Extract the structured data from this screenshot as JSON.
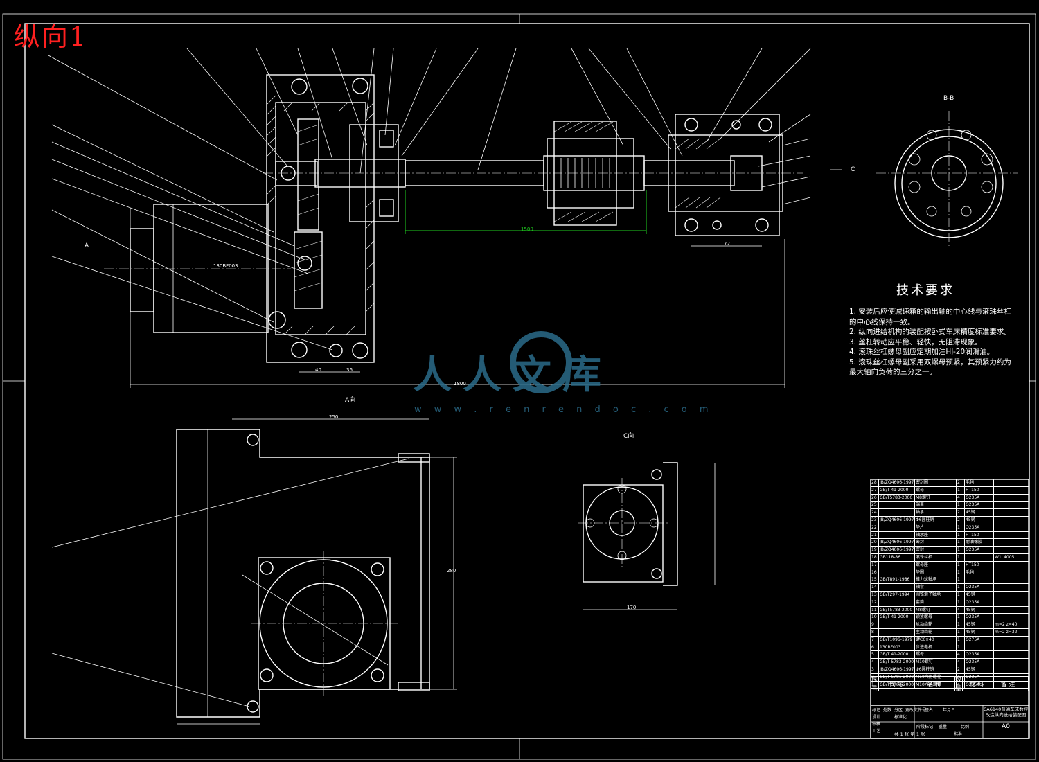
{
  "drawing": {
    "corner_title": "纵向1",
    "view_labels": {
      "view_a": "A向",
      "view_c": "C向",
      "section_bb": "B-B",
      "view_arrow_c": "C",
      "view_arrow_a": "A"
    },
    "dimensions": {
      "overall_length": "1800",
      "screw_travel": "1500",
      "motor_flange": "130BF003",
      "bearing_span": "72",
      "dim_40": "40",
      "dim_36": "36",
      "dim_250": "250",
      "dim_280": "280",
      "dim_170": "170"
    }
  },
  "technical_requirements": {
    "heading": "技术要求",
    "items": [
      "1. 安装后应使减速箱的输出轴的中心线与滚珠丝杠的中心线保持一致。",
      "2. 纵向进给机构的装配按卧式车床精度标准要求。",
      "3. 丝杠转动应平稳、轻快，无阻滞现象。",
      "4. 滚珠丝杠螺母副应定期加注HJ-20润滑油。",
      "5. 滚珠丝杠螺母副采用双螺母预紧，其预紧力约为最大轴向负荷的三分之一。"
    ]
  },
  "watermark": {
    "brand": "人人文库",
    "url": "w w w . r e n r e n d o c . c o m"
  },
  "bom": {
    "header": [
      "序号",
      "代 号",
      "名 称",
      "数量",
      "材 料",
      "备 注"
    ],
    "rows": [
      [
        "28",
        "JB/ZQ4606-1997",
        "密封圈",
        "2",
        "毛毡",
        ""
      ],
      [
        "27",
        "GB/T 41-2000",
        "螺母",
        "1",
        "HT150",
        ""
      ],
      [
        "26",
        "GB/T5783-2000",
        "M8螺钉",
        "4",
        "Q235A",
        ""
      ],
      [
        "25",
        "",
        "端盖",
        "1",
        "Q235A",
        ""
      ],
      [
        "24",
        "",
        "轴承",
        "2",
        "45钢",
        ""
      ],
      [
        "23",
        "JB/ZQ4606-1997",
        "Φ6圆柱销",
        "2",
        "45钢",
        ""
      ],
      [
        "22",
        "",
        "垫片",
        "1",
        "Q235A",
        ""
      ],
      [
        "21",
        "",
        "轴承座",
        "1",
        "HT150",
        ""
      ],
      [
        "20",
        "JB/ZQ4606-1997",
        "密封",
        "1",
        "耐油橡胶",
        ""
      ],
      [
        "19",
        "JB/ZQ4606-1997",
        "密封",
        "1",
        "Q235A",
        ""
      ],
      [
        "18",
        "GB118-86",
        "滚珠丝杠",
        "1",
        "",
        "W1L4005"
      ],
      [
        "17",
        "",
        "螺母座",
        "1",
        "HT150",
        ""
      ],
      [
        "16",
        "",
        "垫圈",
        "1",
        "毛毡",
        ""
      ],
      [
        "15",
        "GB/T891-1986",
        "推力球轴承",
        "1",
        "",
        ""
      ],
      [
        "14",
        "",
        "轴套",
        "1",
        "Q235A",
        ""
      ],
      [
        "13",
        "GB/T297-1994",
        "圆锥滚子轴承",
        "1",
        "45钢",
        ""
      ],
      [
        "12",
        "",
        "套筒",
        "1",
        "Q235A",
        ""
      ],
      [
        "11",
        "GB/T5783-2000",
        "M8螺钉",
        "4",
        "45钢",
        ""
      ],
      [
        "10",
        "GB/T 41-2000",
        "锁紧螺母",
        "1",
        "Q235A",
        ""
      ],
      [
        "9",
        "",
        "从动齿轮",
        "1",
        "45钢",
        "m=2 z=40"
      ],
      [
        "8",
        "",
        "主动齿轮",
        "1",
        "45钢",
        "m=2 z=32"
      ],
      [
        "7",
        "GB/T1096-1979",
        "键C6×40",
        "1",
        "Q275A",
        ""
      ],
      [
        "6",
        "130BF003",
        "步进电机",
        "1",
        "",
        ""
      ],
      [
        "5",
        "GB/T 41-2000",
        "螺母",
        "4",
        "Q235A",
        ""
      ],
      [
        "4",
        "GB/T 5783-2000",
        "M10螺钉",
        "4",
        "Q235A",
        ""
      ],
      [
        "3",
        "JB/ZQ4606-1997",
        "Φ6圆柱销",
        "2",
        "45钢",
        ""
      ],
      [
        "2",
        "GB/T 5781-2000",
        "M10六角螺栓",
        "4",
        "Q235A",
        ""
      ],
      [
        "1",
        "GB/T 5783-2000",
        "M10六角螺钉",
        "4",
        "Q235A",
        ""
      ]
    ]
  },
  "title_block": {
    "drawing_name": "CA6140普通车床数控改造纵向进给装配图",
    "scale": "A0",
    "sheet": "共 1 张 第 1 张",
    "labels": [
      "标记",
      "处数",
      "分区",
      "更改文件号",
      "签名",
      "年月日",
      "设计",
      "标准化",
      "阶段标记",
      "重量",
      "比例",
      "审核",
      "工艺",
      "批准"
    ]
  }
}
